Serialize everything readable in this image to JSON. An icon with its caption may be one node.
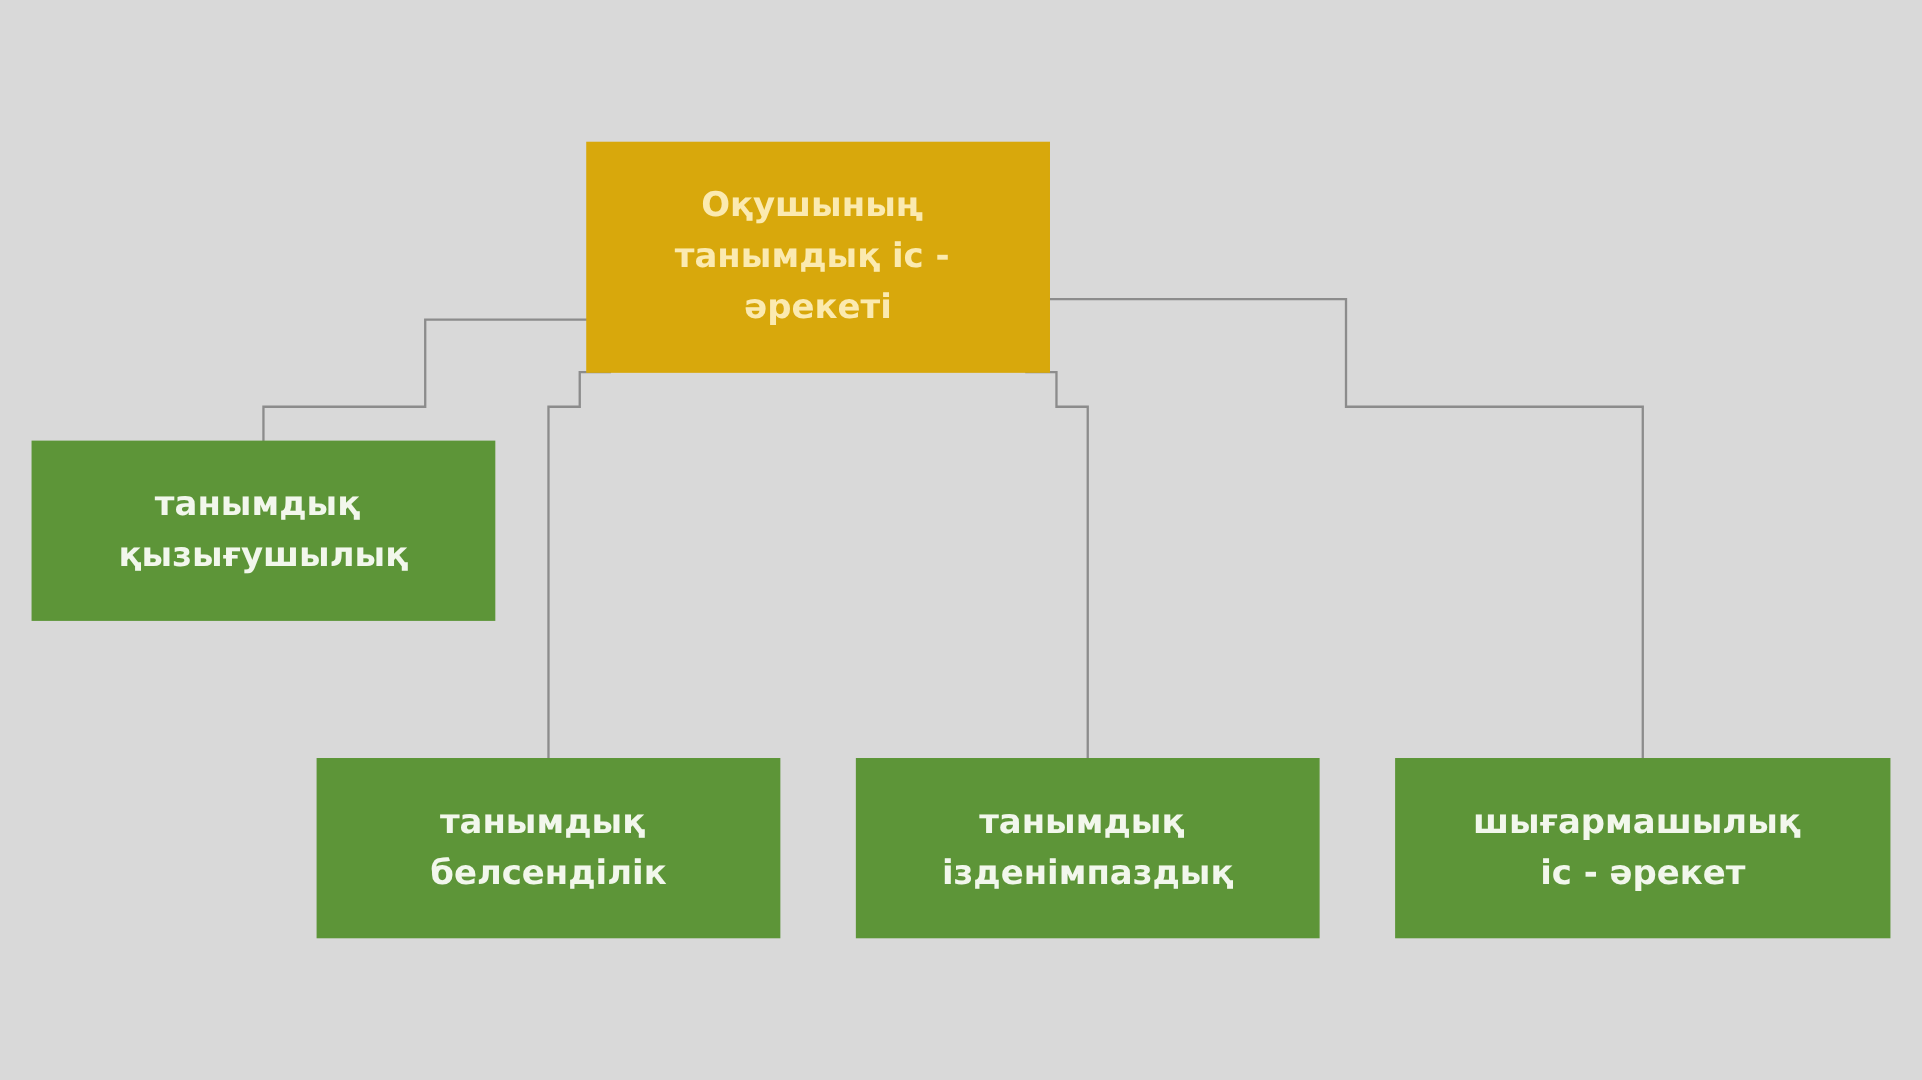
{
  "diagram": {
    "nodes": [
      {
        "text": [
          "Оқушының танымдық іс - әрекеті"
        ]
      },
      {
        "text": [
          "танымдық қызығушылық"
        ]
      },
      {
        "text": [
          "танымдық белсенділік"
        ]
      },
      {
        "text": [
          "танымдық ізденімпаздық"
        ]
      },
      {
        "text": [
          "шығармашылық іс - әрекет"
        ]
      }
    ],
    "edges": [
      {
        "from": 0,
        "to": 1,
        "arrow": "none"
      },
      {
        "from": 0,
        "to": 2,
        "arrow": "none"
      },
      {
        "from": 0,
        "to": 3,
        "arrow": "none"
      },
      {
        "from": 0,
        "to": 4,
        "arrow": "none"
      }
    ]
  }
}
